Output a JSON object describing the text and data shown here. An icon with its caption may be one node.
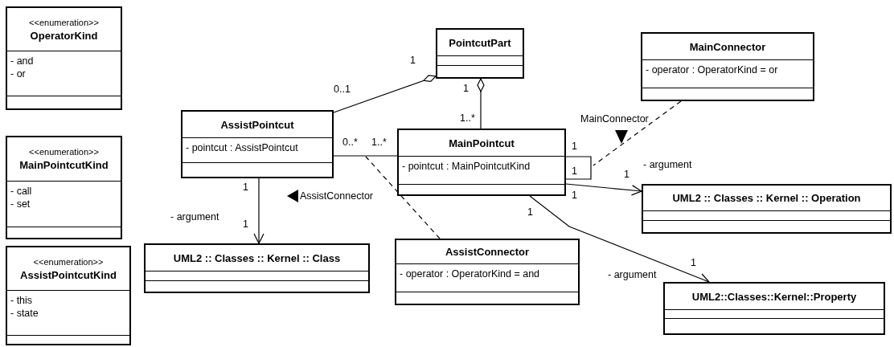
{
  "diagram": {
    "nodes": [
      {
        "text": [
          "<<enumeration>>",
          "OperatorKind",
          "- and",
          "- or"
        ]
      },
      {
        "text": [
          "<<enumeration>>",
          "MainPointcutKind",
          "- call",
          "- set"
        ]
      },
      {
        "text": [
          "<<enumeration>>",
          "AssistPointcutKind",
          "- this",
          "- state"
        ]
      },
      {
        "text": [
          "PointcutPart"
        ]
      },
      {
        "text": [
          "MainConnector",
          "- operator : OperatorKind = or"
        ]
      },
      {
        "text": [
          "AssistPointcut",
          "- pointcut : AssistPointcut"
        ]
      },
      {
        "text": [
          "MainPointcut",
          "- pointcut : MainPointcutKind"
        ]
      },
      {
        "text": [
          "UML2 :: Classes :: Kernel :: Operation"
        ]
      },
      {
        "text": [
          "UML2 :: Classes :: Kernel :: Class"
        ]
      },
      {
        "text": [
          "AssistConnector",
          "- operator : OperatorKind = and"
        ]
      },
      {
        "text": [
          "UML2::Classes::Kernel::Property"
        ]
      }
    ],
    "edges": [
      {
        "from": 5,
        "to": 3,
        "arrow": "other"
      },
      {
        "from": 6,
        "to": 3,
        "arrow": "other"
      },
      {
        "from": 5,
        "to": 6,
        "arrow": "none"
      },
      {
        "from": 6,
        "to": 6,
        "arrow": "none"
      },
      {
        "from": 4,
        "to": null,
        "arrow": "none",
        "style": "dashed"
      },
      {
        "from": 9,
        "to": null,
        "arrow": "none",
        "style": "dashed"
      },
      {
        "from": 5,
        "to": 8,
        "arrow": "to"
      },
      {
        "from": 6,
        "to": 7,
        "arrow": "to"
      },
      {
        "from": 6,
        "to": 10,
        "arrow": "to"
      }
    ],
    "labels": [
      "1",
      "0..1",
      "1",
      "1..*",
      "MainConnector",
      "0..*",
      "1..*",
      "1",
      "1",
      "- argument",
      "1",
      "1",
      "AssistConnector",
      "1",
      "1",
      "- argument",
      "1",
      "1",
      "- argument"
    ]
  }
}
